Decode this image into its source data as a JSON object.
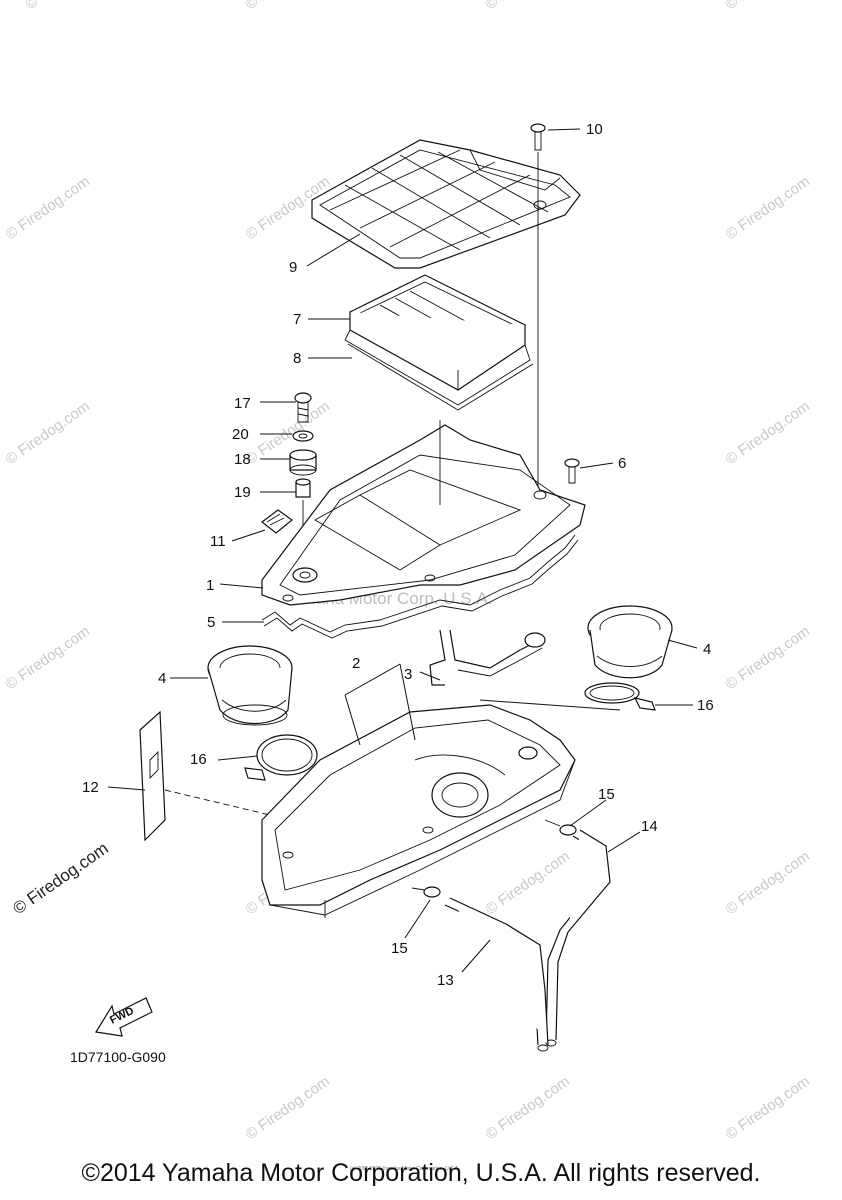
{
  "watermark": {
    "text": "© Firedog.com",
    "center_text": "Yamaha Motor Corp. U.S.A."
  },
  "diagram_code": "1D77100-G090",
  "fwd_label": "FWD",
  "copyright": "©2014 Yamaha Motor Corporation, U.S.A. All rights reserved.",
  "small_print": "(c) 2005-2015 Yamaha Motor Corporation, U.S.A.",
  "callouts": {
    "c1": "1",
    "c2": "2",
    "c3": "3",
    "c4a": "4",
    "c4b": "4",
    "c5": "5",
    "c6": "6",
    "c7": "7",
    "c8": "8",
    "c9": "9",
    "c10": "10",
    "c11": "11",
    "c12": "12",
    "c13": "13",
    "c14": "14",
    "c15a": "15",
    "c15b": "15",
    "c16a": "16",
    "c16b": "16",
    "c17": "17",
    "c18": "18",
    "c19": "19",
    "c20": "20"
  }
}
